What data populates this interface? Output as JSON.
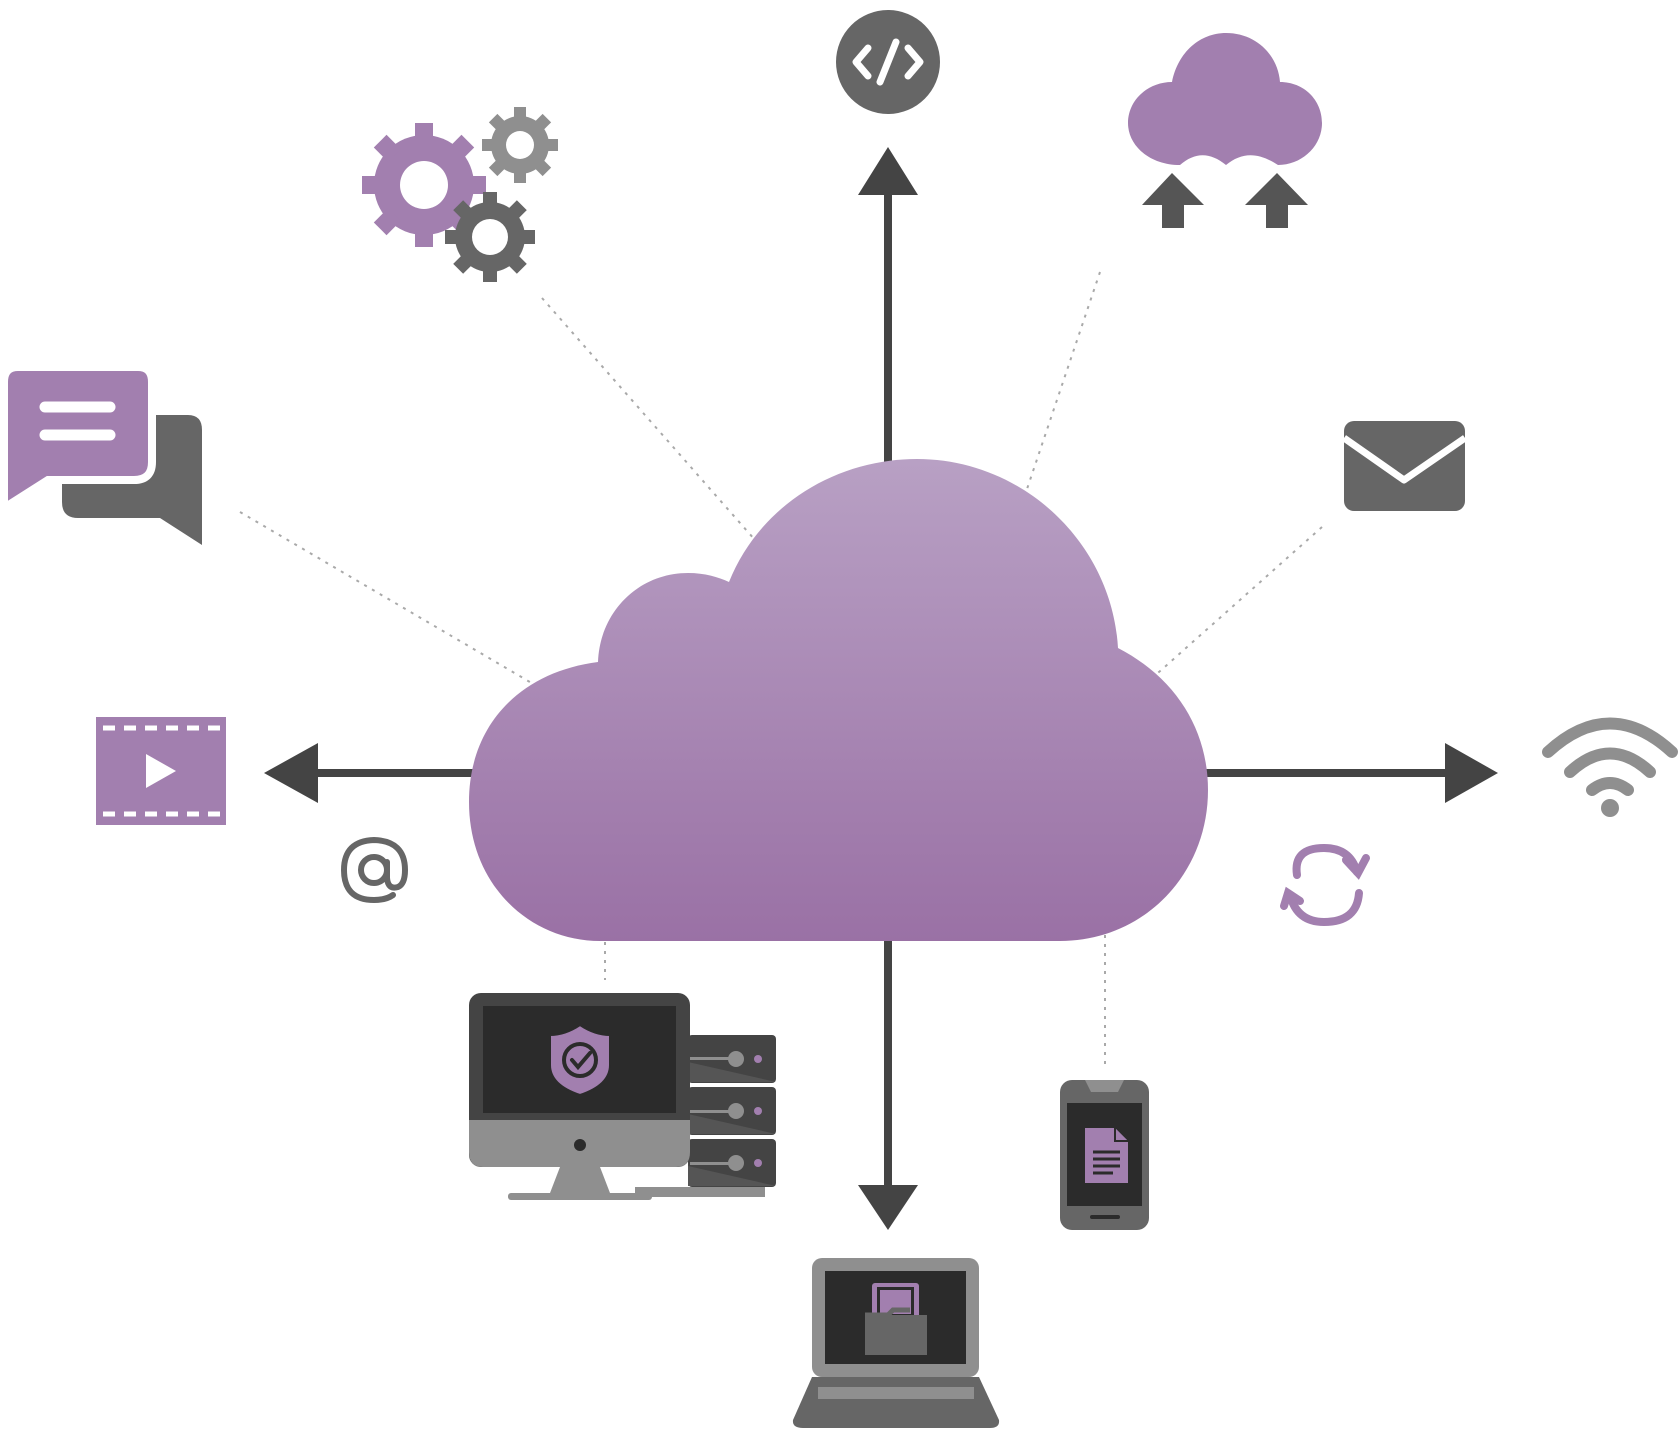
{
  "colors": {
    "purple": "#a27faf",
    "purple_light": "#b8a0c4",
    "purple_dark": "#9a71a5",
    "dark_gray": "#444444",
    "mid_gray": "#666666",
    "light_gray": "#8f8f8f",
    "screen": "#2b2b2b",
    "dotted": "#a9a9a9",
    "background": "#ffffff"
  },
  "diagram": {
    "center": {
      "name": "cloud",
      "icon": "cloud-icon"
    },
    "arrows": [
      "up",
      "down",
      "left",
      "right"
    ],
    "icons": [
      "code-icon",
      "gears-icon",
      "cloud-upload-icon",
      "chat-icon",
      "mail-icon",
      "video-icon",
      "wifi-icon",
      "at-sign-icon",
      "sync-icon",
      "desktop-server-icon",
      "laptop-icon",
      "smartphone-icon"
    ]
  }
}
